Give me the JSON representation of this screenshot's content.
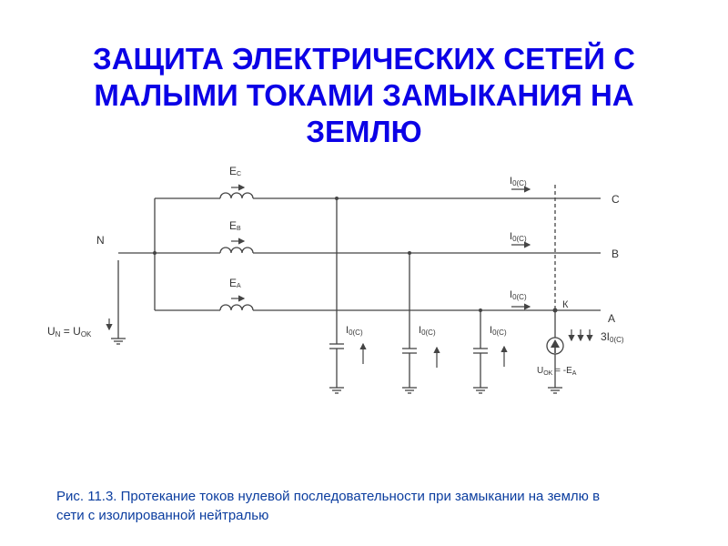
{
  "title": {
    "line1": "ЗАЩИТА ЭЛЕКТРИЧЕСКИХ СЕТЕЙ С",
    "line2": "МАЛЫМИ ТОКАМИ ЗАМЫКАНИЯ НА",
    "line3": "ЗЕМЛЮ"
  },
  "diagram": {
    "phases": {
      "c": "C",
      "b": "B",
      "a": "A"
    },
    "neutral_label": "N",
    "emf": {
      "c_main": "E",
      "c_sub": "C",
      "b_main": "E",
      "b_sub": "B",
      "a_main": "E",
      "a_sub": "A"
    },
    "current": {
      "main": "I",
      "sub": "0(C)"
    },
    "triple_current": {
      "main": "3I",
      "sub": "0(C)"
    },
    "fault_point": "К",
    "un_label": {
      "u1": "U",
      "sub1": "N",
      "eq": " = ",
      "u2": "U",
      "sub2": "OK"
    },
    "uok_label": {
      "u": "U",
      "sub": "OK",
      "eq": " = -E",
      "sub2": "A"
    }
  },
  "caption": {
    "line1": "Рис. 11.3. Протекание токов нулевой последовательности при замыкании на землю в",
    "line2": "сети с изолированной нейтралью"
  },
  "colors": {
    "title": "#0b00e6",
    "caption": "#0b3d9f",
    "line": "#444444"
  }
}
